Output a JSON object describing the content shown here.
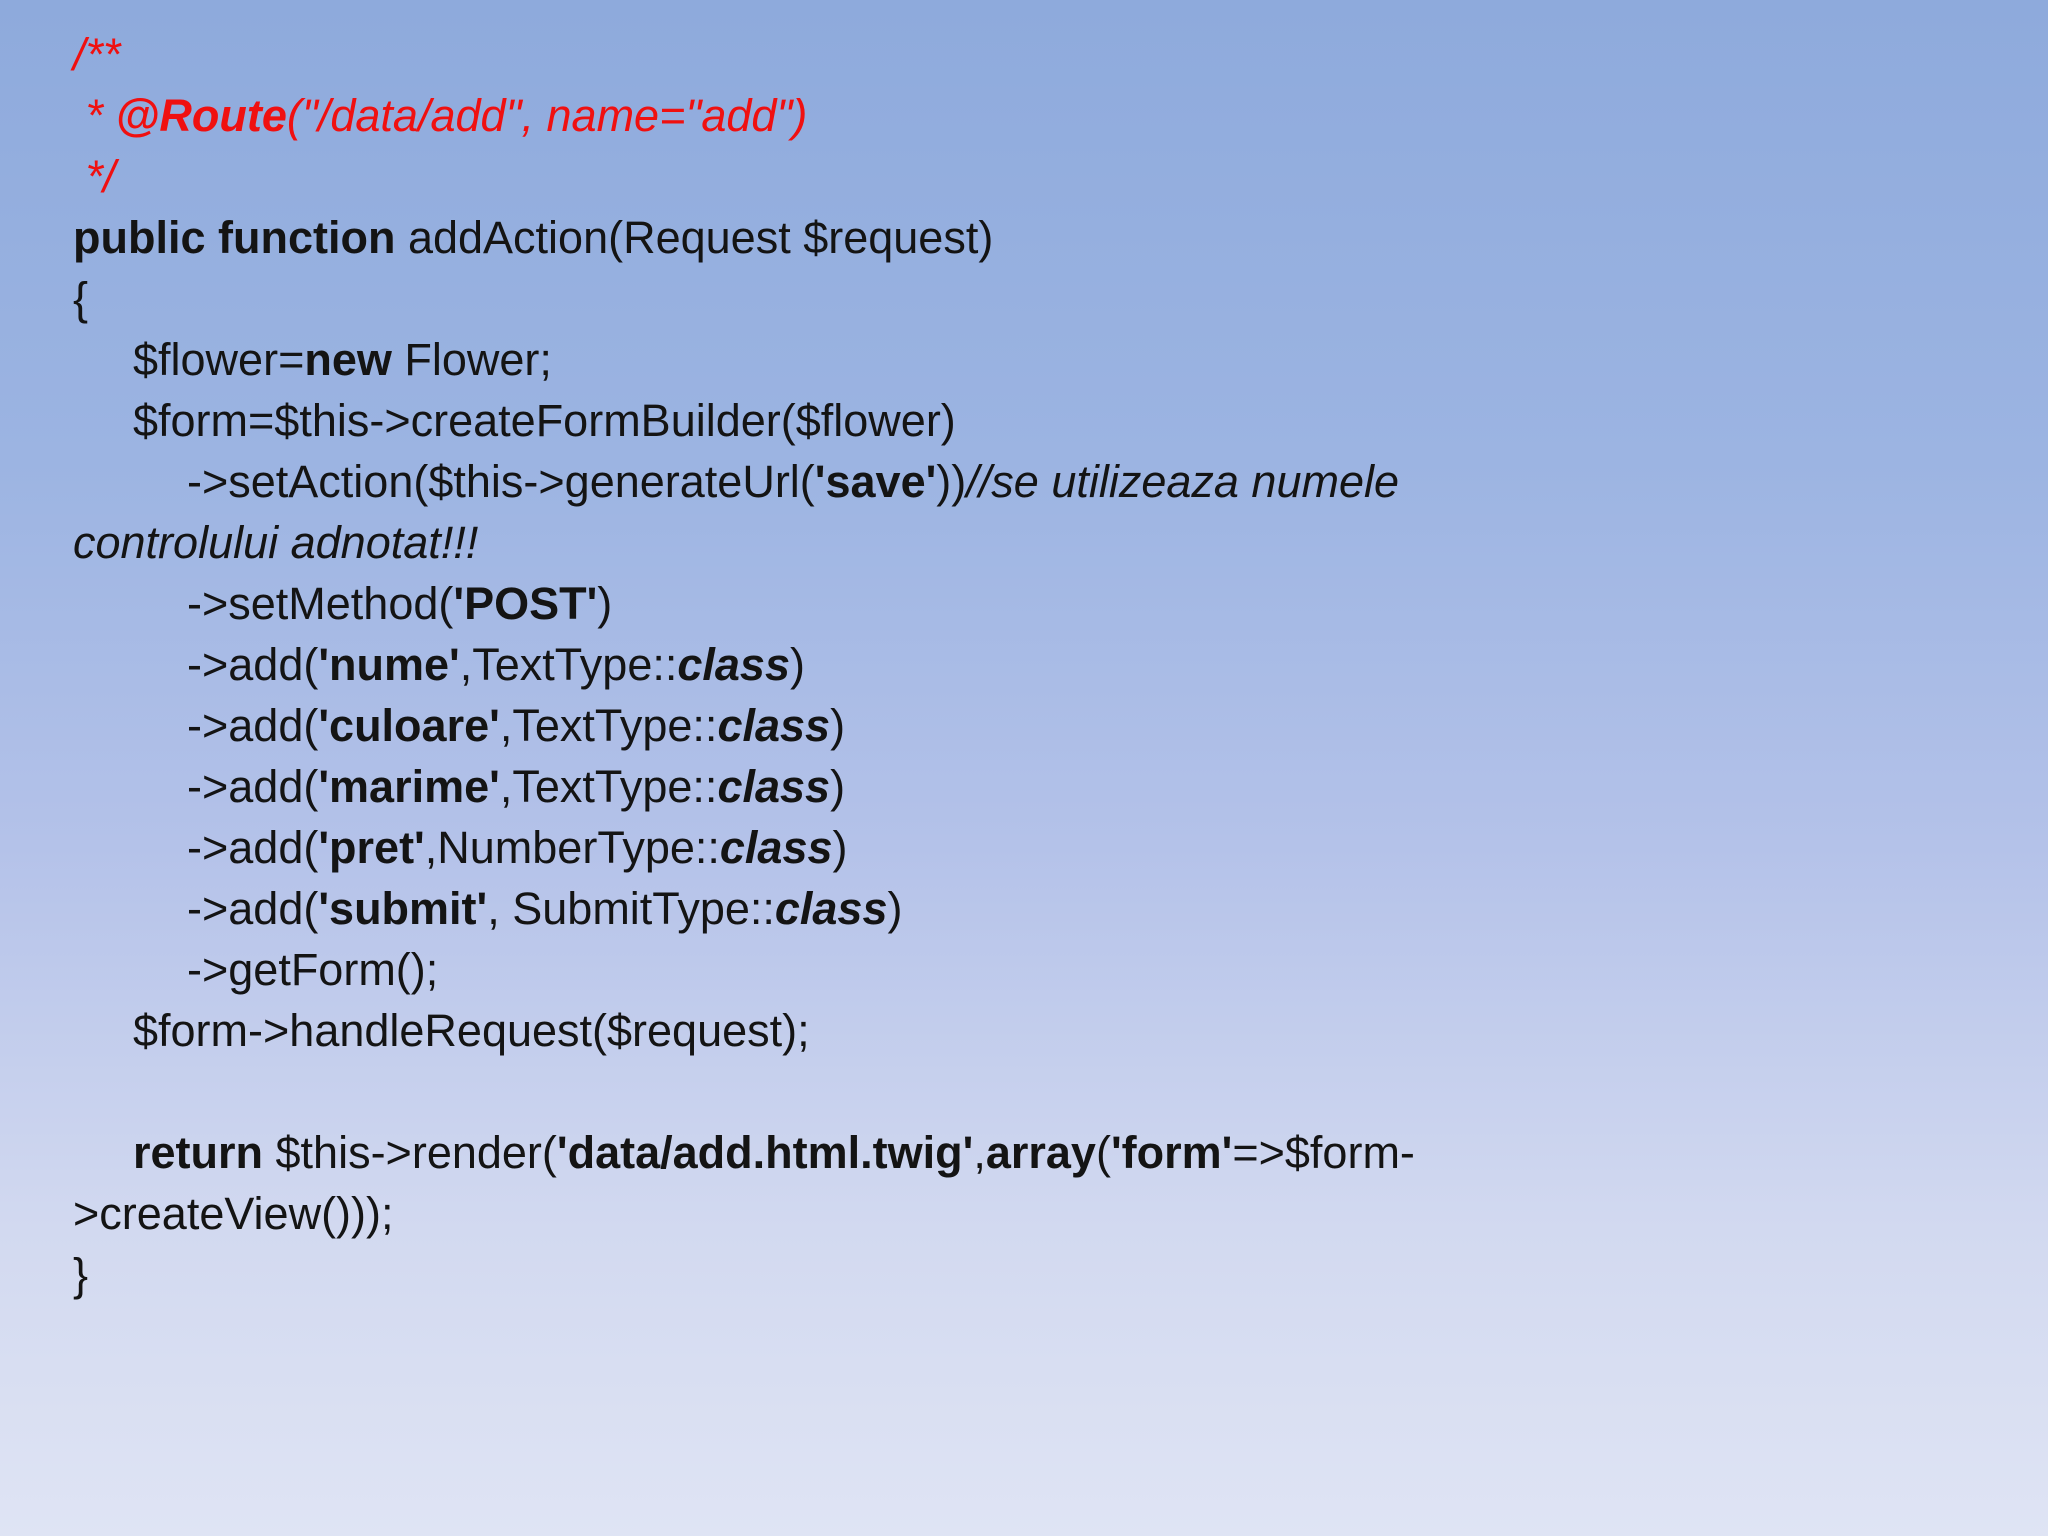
{
  "slide": {
    "colors": {
      "background_top": "#8eaadc",
      "background_bottom": "#dfe4f4",
      "comment_red": "#f01010",
      "code_text": "#141414"
    },
    "code_lines": [
      {
        "indent": 0,
        "color": "red",
        "segments": [
          {
            "text": "/**",
            "italic": true
          }
        ]
      },
      {
        "indent": 0,
        "color": "red",
        "segments": [
          {
            "text": " * ",
            "italic": true
          },
          {
            "text": "@Route",
            "bold": true,
            "italic": true
          },
          {
            "text": "(\"/data/add\", name=\"add\")",
            "italic": true
          }
        ]
      },
      {
        "indent": 0,
        "color": "red",
        "segments": [
          {
            "text": " */",
            "italic": true
          }
        ]
      },
      {
        "indent": 0,
        "color": "black",
        "segments": [
          {
            "text": "public function ",
            "bold": true
          },
          {
            "text": "addAction(Request $request)"
          }
        ]
      },
      {
        "indent": 0,
        "color": "black",
        "segments": [
          {
            "text": "{"
          }
        ]
      },
      {
        "indent": 1,
        "color": "black",
        "segments": [
          {
            "text": "$flower="
          },
          {
            "text": "new",
            "bold": true
          },
          {
            "text": " Flower;"
          }
        ]
      },
      {
        "indent": 1,
        "color": "black",
        "segments": [
          {
            "text": "$form=$this->createFormBuilder($flower)"
          }
        ]
      },
      {
        "indent": 2,
        "color": "black",
        "segments": [
          {
            "text": "->setAction($this->generateUrl("
          },
          {
            "text": "'save'",
            "bold": true
          },
          {
            "text": "))"
          },
          {
            "text": "//se utilizeaza numele",
            "italic": true
          }
        ]
      },
      {
        "indent": 0,
        "color": "black",
        "segments": [
          {
            "text": "controlului adnotat!!!",
            "italic": true
          }
        ]
      },
      {
        "indent": 2,
        "color": "black",
        "segments": [
          {
            "text": "->setMethod("
          },
          {
            "text": "'POST'",
            "bold": true
          },
          {
            "text": ")"
          }
        ]
      },
      {
        "indent": 2,
        "color": "black",
        "segments": [
          {
            "text": "->add("
          },
          {
            "text": "'nume'",
            "bold": true
          },
          {
            "text": ",TextType::"
          },
          {
            "text": "class",
            "bold": true,
            "italic": true
          },
          {
            "text": ")"
          }
        ]
      },
      {
        "indent": 2,
        "color": "black",
        "segments": [
          {
            "text": "->add("
          },
          {
            "text": "'culoare'",
            "bold": true
          },
          {
            "text": ",TextType::"
          },
          {
            "text": "class",
            "bold": true,
            "italic": true
          },
          {
            "text": ")"
          }
        ]
      },
      {
        "indent": 2,
        "color": "black",
        "segments": [
          {
            "text": "->add("
          },
          {
            "text": "'marime'",
            "bold": true
          },
          {
            "text": ",TextType::"
          },
          {
            "text": "class",
            "bold": true,
            "italic": true
          },
          {
            "text": ")"
          }
        ]
      },
      {
        "indent": 2,
        "color": "black",
        "segments": [
          {
            "text": "->add("
          },
          {
            "text": "'pret'",
            "bold": true
          },
          {
            "text": ",NumberType::"
          },
          {
            "text": "class",
            "bold": true,
            "italic": true
          },
          {
            "text": ")"
          }
        ]
      },
      {
        "indent": 2,
        "color": "black",
        "segments": [
          {
            "text": "->add("
          },
          {
            "text": "'submit'",
            "bold": true
          },
          {
            "text": ", SubmitType::"
          },
          {
            "text": "class",
            "bold": true,
            "italic": true
          },
          {
            "text": ")"
          }
        ]
      },
      {
        "indent": 2,
        "color": "black",
        "segments": [
          {
            "text": "->getForm();"
          }
        ]
      },
      {
        "indent": 1,
        "color": "black",
        "segments": [
          {
            "text": "$form->handleRequest($request);"
          }
        ]
      },
      {
        "indent": 0,
        "color": "black",
        "segments": [
          {
            "text": ""
          }
        ]
      },
      {
        "indent": 1,
        "color": "black",
        "segments": [
          {
            "text": "return",
            "bold": true
          },
          {
            "text": " $this->render("
          },
          {
            "text": "'data/add.html.twig'",
            "bold": true
          },
          {
            "text": ","
          },
          {
            "text": "array",
            "bold": true
          },
          {
            "text": "("
          },
          {
            "text": "'form'",
            "bold": true
          },
          {
            "text": "=>$form-"
          }
        ]
      },
      {
        "indent": 0,
        "color": "black",
        "segments": [
          {
            "text": ">createView()));"
          }
        ]
      },
      {
        "indent": 0,
        "color": "black",
        "segments": [
          {
            "text": "}"
          }
        ]
      }
    ]
  }
}
